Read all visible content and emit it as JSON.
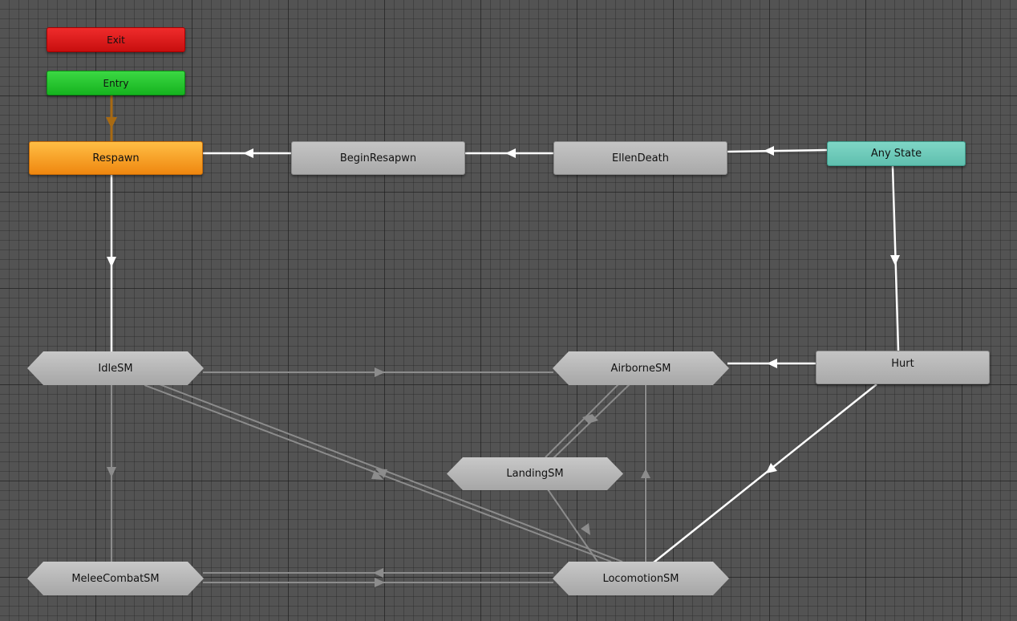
{
  "nodes": {
    "exit": "Exit",
    "entry": "Entry",
    "respawn": "Respawn",
    "begin_respawn": "BeginResapwn",
    "ellen_death": "EllenDeath",
    "any_state": "Any State",
    "idle_sm": "IdleSM",
    "airborne_sm": "AirborneSM",
    "hurt": "Hurt",
    "landing_sm": "LandingSM",
    "melee_combat_sm": "MeleeCombatSM",
    "locomotion_sm": "LocomotionSM"
  },
  "colors": {
    "background": "#535353",
    "exit": "#e01d1d",
    "entry": "#27c431",
    "default_state": "#f5a02a",
    "any_state": "#6ecbbb",
    "state": "#b5b5b5",
    "active_transition": "#ffffff",
    "inactive_transition": "#868686",
    "entry_transition": "#a86a12"
  }
}
